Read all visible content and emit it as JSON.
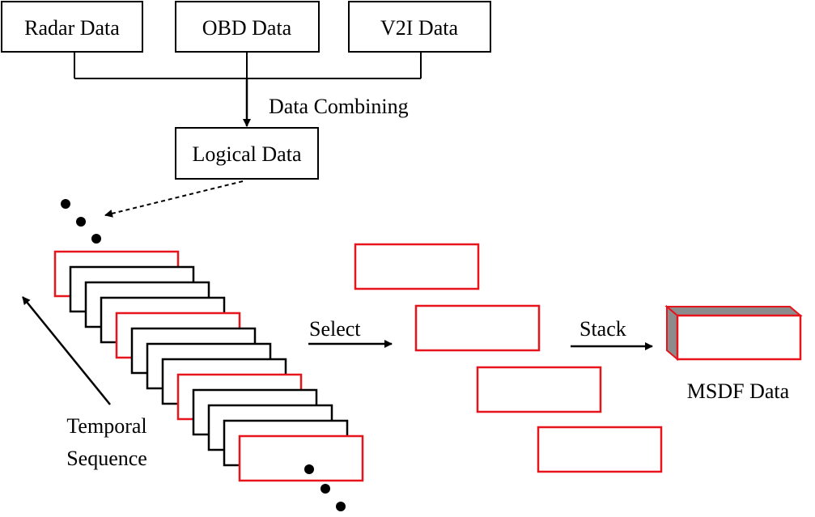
{
  "sources": {
    "radar": "Radar Data",
    "obd": "OBD Data",
    "v2i": "V2I Data"
  },
  "combine_label": "Data Combining",
  "logical": "Logical Data",
  "temporal_label": {
    "line1": "Temporal",
    "line2": "Sequence"
  },
  "select_label": "Select",
  "stack_label": "Stack",
  "output_label": "MSDF Data",
  "colors": {
    "black": "#000000",
    "red": "#e8141c",
    "gray": "#8c8c8c"
  }
}
